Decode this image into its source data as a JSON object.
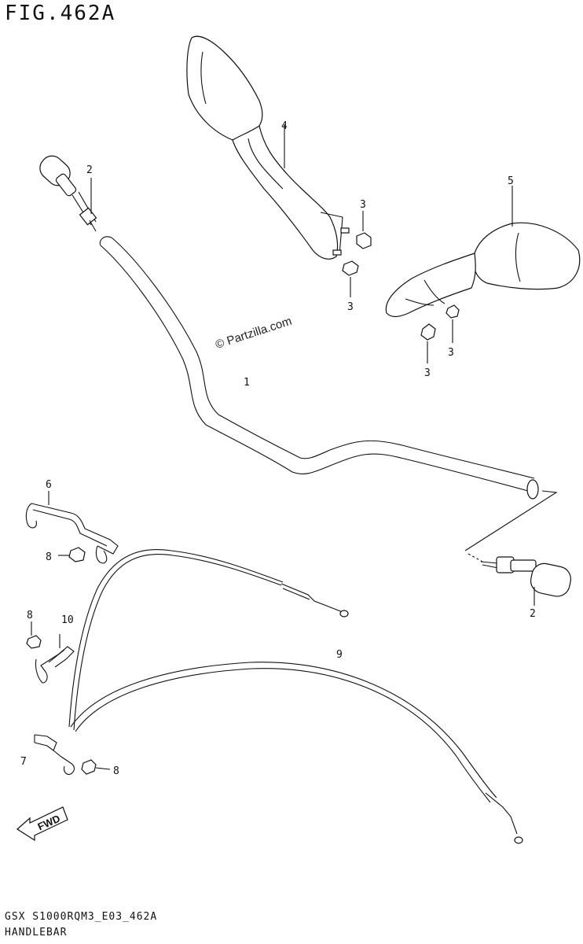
{
  "figure": {
    "title": "FIG.462A",
    "code": "GSX S1000RQM3_E03_462A",
    "caption": "HANDLEBAR"
  },
  "watermark": "© Partzilla.com",
  "callouts": [
    {
      "id": "c1",
      "label": "1"
    },
    {
      "id": "c2a",
      "label": "2"
    },
    {
      "id": "c2b",
      "label": "2"
    },
    {
      "id": "c3a",
      "label": "3"
    },
    {
      "id": "c3b",
      "label": "3"
    },
    {
      "id": "c3c",
      "label": "3"
    },
    {
      "id": "c3d",
      "label": "3"
    },
    {
      "id": "c4",
      "label": "4"
    },
    {
      "id": "c5",
      "label": "5"
    },
    {
      "id": "c6",
      "label": "6"
    },
    {
      "id": "c7",
      "label": "7"
    },
    {
      "id": "c8a",
      "label": "8"
    },
    {
      "id": "c8b",
      "label": "8"
    },
    {
      "id": "c8c",
      "label": "8"
    },
    {
      "id": "c9",
      "label": "9"
    },
    {
      "id": "c10",
      "label": "10"
    }
  ],
  "fwd_badge": "FWD"
}
